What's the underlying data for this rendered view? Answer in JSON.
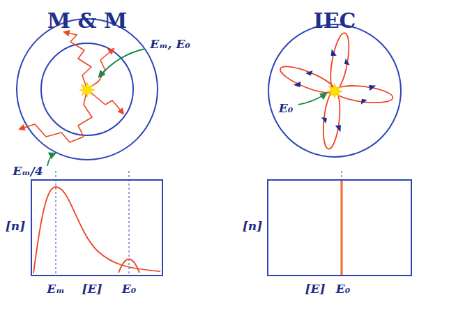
{
  "diagram": {
    "labels": [
      "M & M",
      "IEC",
      "Eₘ, E₀",
      "Eₘ/4",
      "[n]",
      "Eₘ",
      "[E]",
      "E₀",
      "E₀",
      "[n]",
      "[E]",
      "E₀"
    ]
  }
}
